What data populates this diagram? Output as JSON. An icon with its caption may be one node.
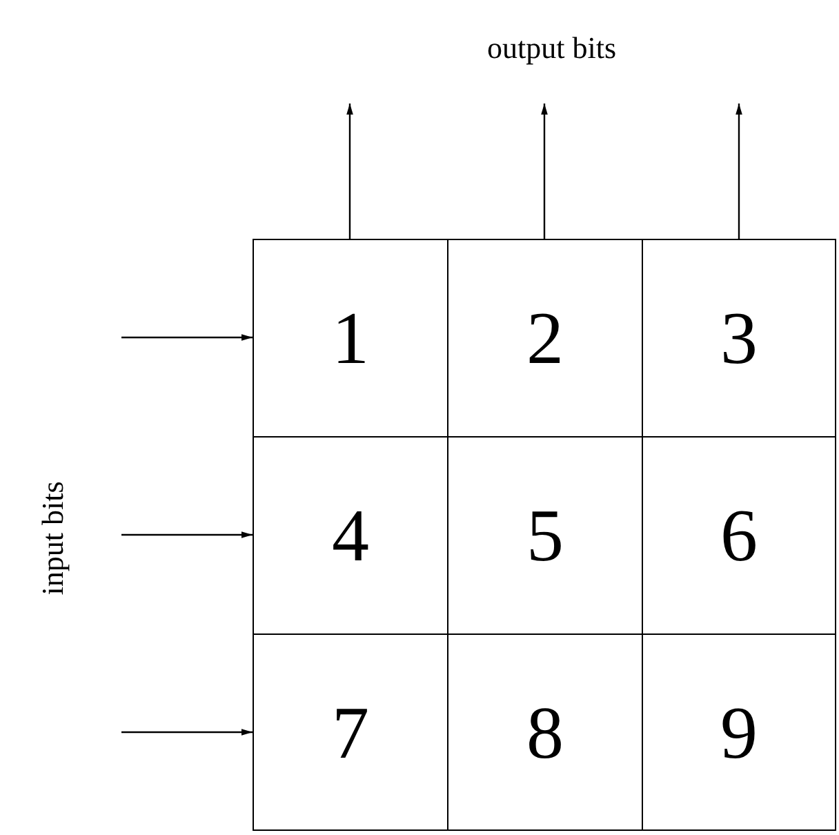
{
  "diagram": {
    "nodes": [
      {
        "text": [
          "1"
        ]
      },
      {
        "text": [
          "2"
        ]
      },
      {
        "text": [
          "3"
        ]
      },
      {
        "text": [
          "4"
        ]
      },
      {
        "text": [
          "5"
        ]
      },
      {
        "text": [
          "6"
        ]
      },
      {
        "text": [
          "7"
        ]
      },
      {
        "text": [
          "8"
        ]
      },
      {
        "text": [
          "9"
        ]
      }
    ],
    "edges": [
      {
        "from": null,
        "to": 0,
        "arrow": "to"
      },
      {
        "from": null,
        "to": 3,
        "arrow": "to"
      },
      {
        "from": null,
        "to": 6,
        "arrow": "to"
      },
      {
        "from": 0,
        "to": null,
        "arrow": "to"
      },
      {
        "from": 1,
        "to": null,
        "arrow": "to"
      },
      {
        "from": 2,
        "to": null,
        "arrow": "to"
      }
    ],
    "labels": [
      "output bits",
      "input bits"
    ]
  }
}
